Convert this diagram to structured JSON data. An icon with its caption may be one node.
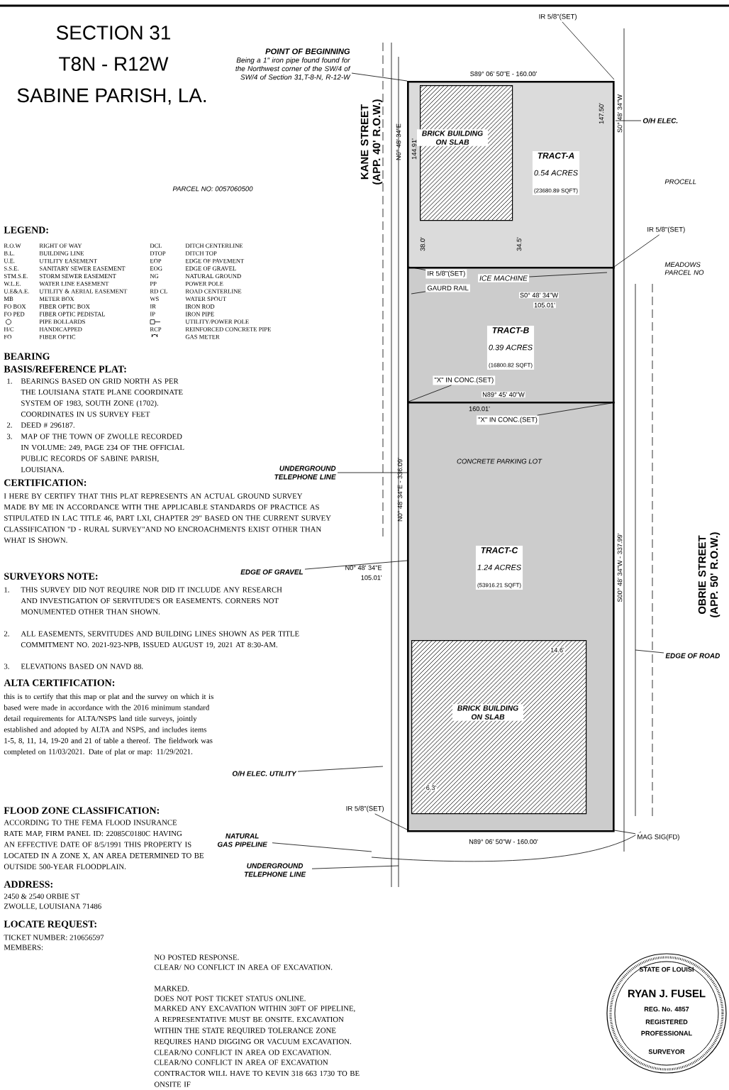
{
  "diagram": {
    "nodes": [
      {
        "text": [
          "TRACT-A",
          "0.54 ACRES",
          "(23680.89 SQFT)"
        ]
      },
      {
        "text": [
          "BRICK BUILDING ON SLAB"
        ],
        "in": 0
      },
      {
        "text": [
          "TRACT-B",
          "0.39 ACRES",
          "(16800.82 SQFT)"
        ]
      },
      {
        "text": [
          "TRACT-C",
          "1.24 ACRES",
          "(53916.21 SQFT)"
        ]
      },
      {
        "text": [
          "BRICK BUILDING ON SLAB"
        ],
        "in": 3
      },
      {
        "text": [
          "POINT OF BEGINNING",
          "Being a 1\" iron pipe found found for the Northwest corner of the SW/4 of SW/4 of Section 31,T-8-N, R-12-W"
        ]
      },
      {
        "text": [
          "UNDERGROUND TELEPHONE LINE"
        ]
      },
      {
        "text": [
          "EDGE OF GRAVEL"
        ]
      },
      {
        "text": [
          "O/H ELEC. UTILITY"
        ]
      },
      {
        "text": [
          "NATURAL GAS PIPELINE"
        ]
      },
      {
        "text": [
          "UNDERGROUND TELEPHONE LINE"
        ]
      },
      {
        "text": [
          "O/H ELEC."
        ]
      },
      {
        "text": [
          "EDGE OF ROAD"
        ]
      },
      {
        "text": [
          "IR 5/8\"(SET)"
        ]
      },
      {
        "text": [
          "IR 5/8\"(SET)"
        ]
      },
      {
        "text": [
          "IR 5/8\"(SET)"
        ],
        "in": 2
      },
      {
        "text": [
          "GAURD RAIL"
        ],
        "in": 2
      },
      {
        "text": [
          "ICE MACHINE"
        ],
        "in": 2
      },
      {
        "text": [
          "\"X\" IN CONC.(SET)"
        ],
        "in": 2
      },
      {
        "text": [
          "\"X\" IN CONC.(SET)"
        ],
        "in": 3
      },
      {
        "text": [
          "IR 5/8\"(SET)"
        ]
      },
      {
        "text": [
          "MAG SIG(FD)"
        ]
      }
    ],
    "edges": [
      {
        "from": 5,
        "to": 0,
        "arrow": "none"
      },
      {
        "from": 6,
        "to": 3,
        "arrow": "none"
      },
      {
        "from": 7,
        "to": 3,
        "arrow": "none"
      },
      {
        "from": 8,
        "to": null,
        "arrow": "none"
      },
      {
        "from": 9,
        "to": null,
        "arrow": "none"
      },
      {
        "from": 10,
        "to": null,
        "arrow": "none"
      },
      {
        "from": 11,
        "to": 0,
        "arrow": "none"
      },
      {
        "from": 12,
        "to": null,
        "arrow": "none"
      },
      {
        "from": 13,
        "to": 0,
        "arrow": "none"
      },
      {
        "from": 14,
        "to": 0,
        "arrow": "none"
      },
      {
        "from": 15,
        "to": null,
        "arrow": "none"
      },
      {
        "from": 16,
        "to": null,
        "arrow": "none"
      },
      {
        "from": 17,
        "to": null,
        "arrow": "none"
      },
      {
        "from": 18,
        "to": null,
        "arrow": "none"
      },
      {
        "from": 19,
        "to": 2,
        "arrow": "none"
      },
      {
        "from": 20,
        "to": 3,
        "arrow": "none"
      },
      {
        "from": 21,
        "to": 3,
        "arrow": "none"
      }
    ],
    "labels": [
      "SECTION 31",
      "T8N - R12W",
      "SABINE PARISH, LA.",
      "PARCEL NO: 0057060500",
      "LEGEND:",
      "R.O.W",
      "RIGHT OF WAY",
      "DCL",
      "DITCH CENTERLINE",
      "B.L.",
      "BUILDING LINE",
      "DTOP",
      "DITCH TOP",
      "U.E.",
      "UTILITY EASEMENT",
      "EOP",
      "EDGE OF PAVEMENT",
      "S.S.E.",
      "SANITARY SEWER EASEMENT",
      "EOG",
      "EDGE OF GRAVEL",
      "STM.S.E.",
      "STORM SEWER EASEMENT",
      "NG",
      "NATURAL GROUND",
      "W.L.E.",
      "WATER LINE EASEMENT",
      "PP",
      "POWER POLE",
      "U.E&A.E.",
      "UTILITY & AERIAL EASEMENT",
      "RD CL",
      "ROAD CENTERLINE",
      "MB",
      "METER BOX",
      "WS",
      "WATER SPOUT",
      "FO BOX",
      "FIBER OPTIC BOX",
      "IR",
      "IRON ROD",
      "FO PED",
      "FIBER OPTIC PEDISTAL",
      "IP",
      "IRON PIPE",
      "PIPE BOLLARDS",
      "UTILITY/POWER POLE",
      "H/C",
      "HANDICAPPED",
      "RCP",
      "REINFORCED CONCRETE PIPE",
      "FO",
      "FIBER OPTIC",
      "GAS METER",
      "BEARING",
      "BASIS/REFERENCE PLAT:",
      "1.",
      "BEARINGS BASED ON GRID NORTH AS PER THE LOUISIANA STATE PLANE COORDINATE SYSTEM OF 1983, SOUTH ZONE (1702). COORDINATES IN US SURVEY FEET",
      "2.",
      "DEED # 296187.",
      "3.",
      "MAP OF THE TOWN OF ZWOLLE RECORDED IN VOLUME: 249, PAGE 234 OF THE OFFICIAL PUBLIC RECORDS OF SABINE PARISH, LOUISIANA.",
      "CERTIFICATION:",
      "I HERE BY CERTIFY THAT THIS PLAT REPRESENTS AN ACTUAL GROUND SURVEY MADE BY ME IN ACCORDANCE WITH THE APPLICABLE STANDARDS OF PRACTICE AS STIPULATED IN LAC TITLE 46, PART LXI, CHAPTER 29\" BASED ON THE CURRENT SURVEY CLASSIFICATION \"D - RURAL SURVEY\"AND NO ENCROACHMENTS EXIST OTHER THAN WHAT IS SHOWN.",
      "SURVEYORS NOTE:",
      "1.",
      "THIS SURVEY DID NOT REQUIRE NOR DID IT INCLUDE ANY RESEARCH AND INVESTIGATION OF SERVITUDE'S OR EASEMENTS. CORNERS NOT MONUMENTED OTHER THAN SHOWN.",
      "2.",
      "ALL EASEMENTS, SERVITUDES AND BUILDING LINES SHOWN AS PER TITLE COMMITMENT NO. 2021-923-NPB, ISSUED AUGUST 19, 2021 AT 8:30-AM.",
      "3.",
      "ELEVATIONS BASED ON NAVD 88.",
      "ALTA CERTIFICATION:",
      "this is to certify that this map or plat and the survey on which it is based were made in accordance with the 2016 minimum standard detail requirements for ALTA/NSPS land title surveys, jointly established and adopted by ALTA and NSPS, and includes items 1-5, 8, 11, 14, 19-20 and 21 of table a thereof. The fieldwork was completed on 11/03/2021. Date of plat or map: 11/29/2021.",
      "FLOOD ZONE CLASSIFICATION:",
      "ACCORDING TO THE FEMA FLOOD INSURANCE RATE MAP, FIRM PANEL ID: 22085C0180C HAVING AN EFFECTIVE DATE OF 8/5/1991 THIS PROPERTY IS LOCATED IN A ZONE X, AN AREA DETERMINED TO BE OUTSIDE 500-YEAR FLOODPLAIN.",
      "ADDRESS:",
      "2450 & 2540 ORBIE ST",
      "ZWOLLE, LOUISIANA 71486",
      "LOCATE REQUEST:",
      "TICKET NUMBER: 210656597",
      "MEMBERS:",
      "NO POSTED RESPONSE.",
      "CLEAR/ NO CONFLICT IN AREA OF EXCAVATION.",
      "MARKED.",
      "DOES NOT POST TICKET STATUS ONLINE.",
      "MARKED ANY EXCAVATION WITHIN 30FT OF PIPELINE, A REPRESENTATIVE MUST BE ONSITE. EXCAVATION WITHIN THE STATE REQUIRED TOLERANCE ZONE REQUIRES HAND DIGGING OR VACUUM EXCAVATION.",
      "CLEAR/NO CONFLICT IN AREA OD EXCAVATION.",
      "CLEAR/NO CONFLICT IN AREA OF EXCAVATION CONTRACTOR WILL HAVE TO KEVIN 318 663 1730 TO BE ONSITE IF",
      "KANE STREET (APP. 40' R.O.W.)",
      "OBRIE STREET (APP. 50' R.O.W.)",
      "S89° 06' 50\"E - 160.00'",
      "N0° 48' 34\"E",
      "144.91'",
      "147.50'",
      "S0° 48' 34\"W",
      "S0° 48' 34\"W",
      "105.01'",
      "N89° 45' 40\"W",
      "160.01'",
      "N0° 48' 34\"E",
      "105.01'",
      "N0° 48' 34\"E - 336.09'",
      "S00° 48' 34\"W - 337.99'",
      "N89° 06' 50\"W - 160.00'",
      "CONCRETE PARKING LOT",
      "38.0'",
      "34.5'",
      "14.6'",
      "6.3'",
      "MEADOWS PARCEL NO",
      "PROCELL",
      "STATE OF LOUISI",
      "RYAN J. FUSEL",
      "REG. No. 4857",
      "REGISTERED",
      "PROFESSIONAL",
      "SURVEYOR"
    ]
  }
}
